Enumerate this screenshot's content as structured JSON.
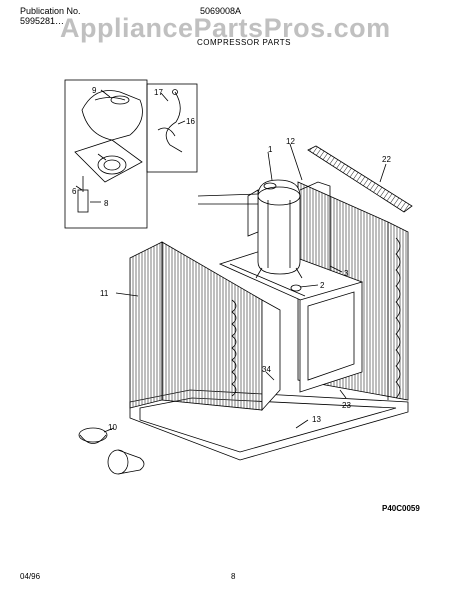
{
  "header": {
    "publication_label": "Publication No.",
    "publication_number": "5995281…",
    "model_number": "5069008A",
    "section_title": "COMPRESSOR PARTS"
  },
  "watermark": "AppliancePartsPros.com",
  "callouts": [
    "1",
    "2",
    "3",
    "6",
    "8",
    "9",
    "10",
    "11",
    "12",
    "13",
    "16",
    "17",
    "22",
    "23",
    "34"
  ],
  "diagram_code": "P40C0059",
  "footer": {
    "date": "04/96",
    "page": "8"
  }
}
